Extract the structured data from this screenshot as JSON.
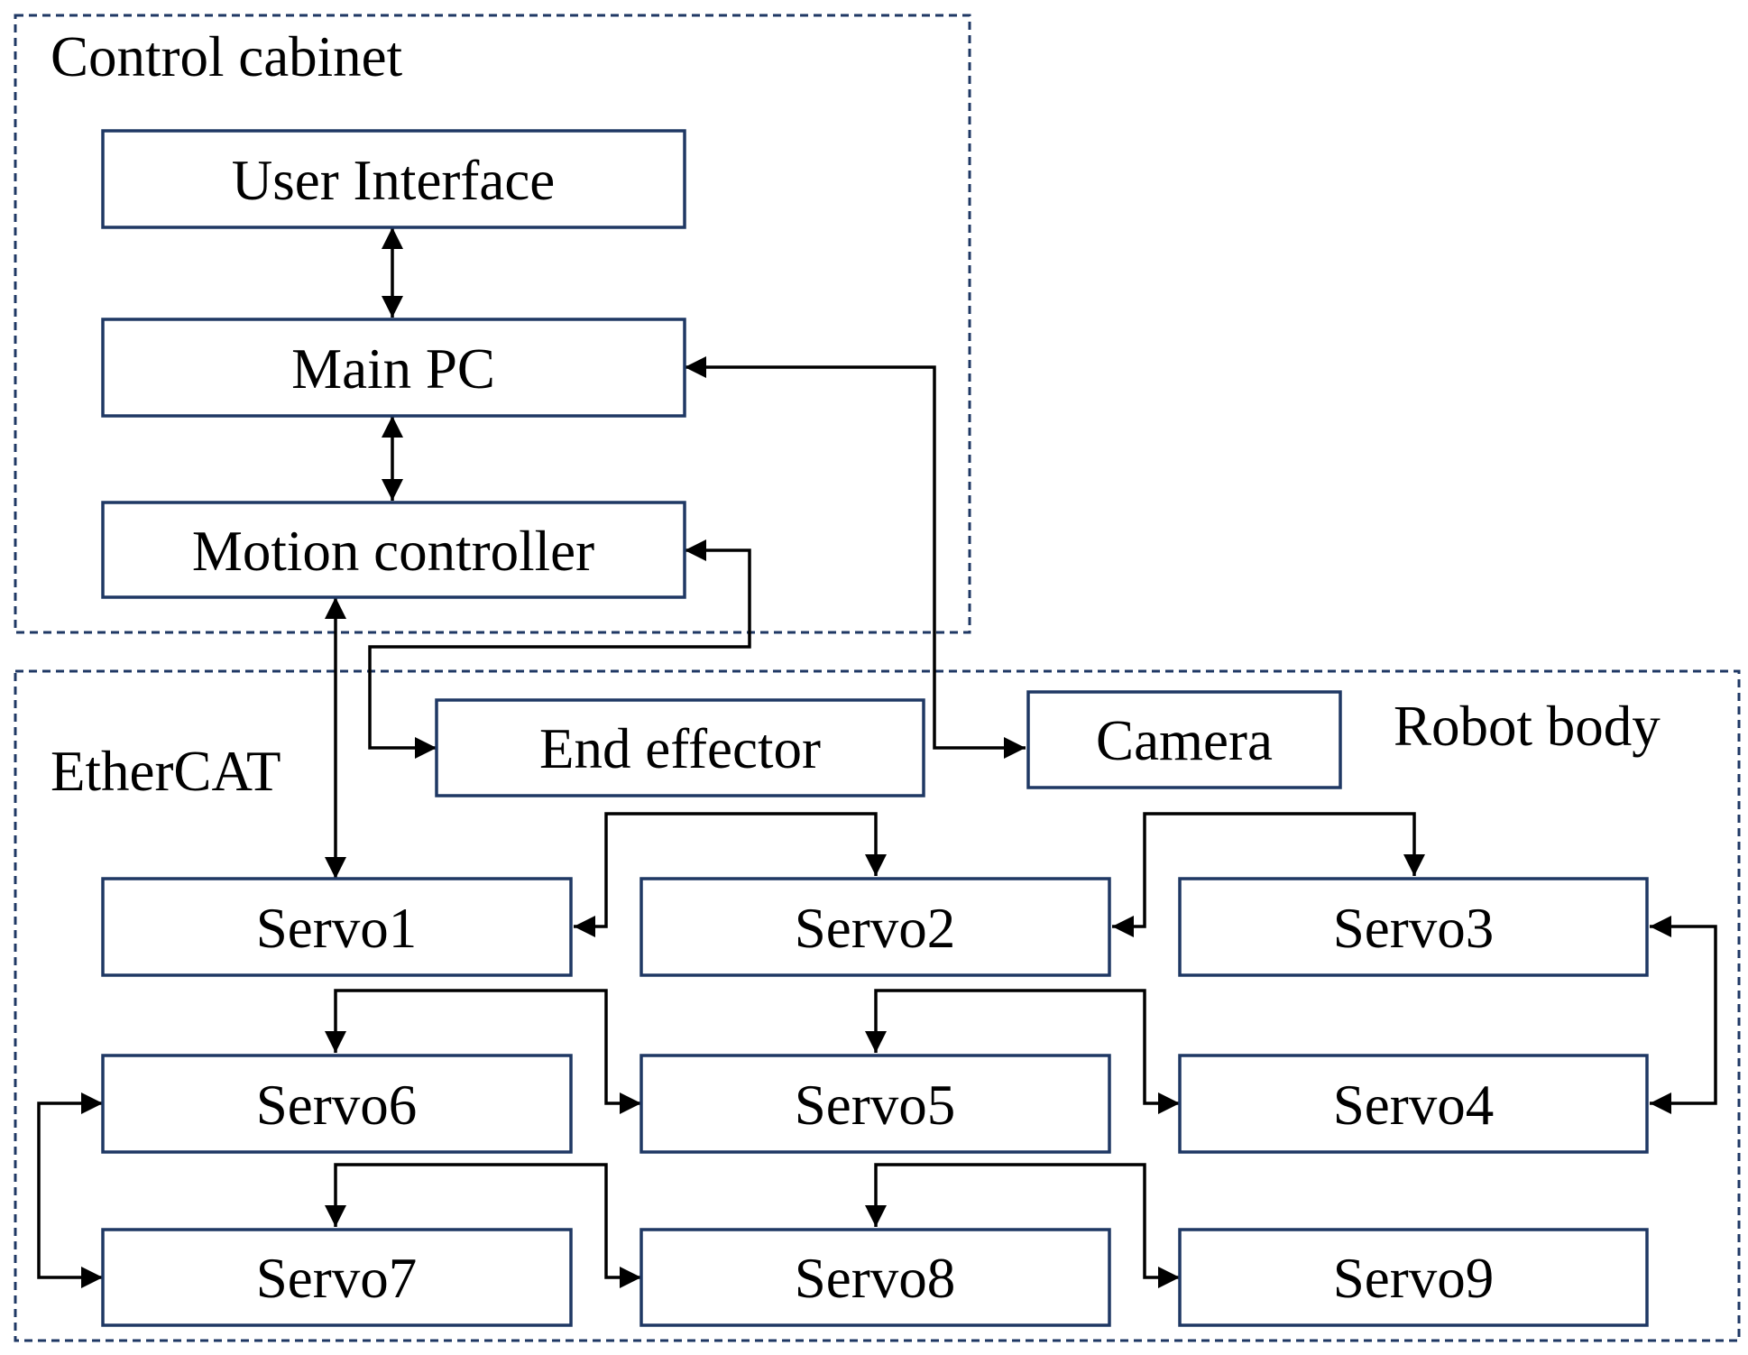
{
  "groups": {
    "control_cabinet": "Control cabinet",
    "robot_body": "Robot body",
    "ethercat": "EtherCAT"
  },
  "nodes": {
    "user_interface": "User Interface",
    "main_pc": "Main PC",
    "motion_controller": "Motion controller",
    "end_effector": "End effector",
    "camera": "Camera",
    "servo1": "Servo1",
    "servo2": "Servo2",
    "servo3": "Servo3",
    "servo4": "Servo4",
    "servo5": "Servo5",
    "servo6": "Servo6",
    "servo7": "Servo7",
    "servo8": "Servo8",
    "servo9": "Servo9"
  },
  "colors": {
    "box_border": "#1f3864",
    "connector": "#000000",
    "background": "#ffffff"
  }
}
